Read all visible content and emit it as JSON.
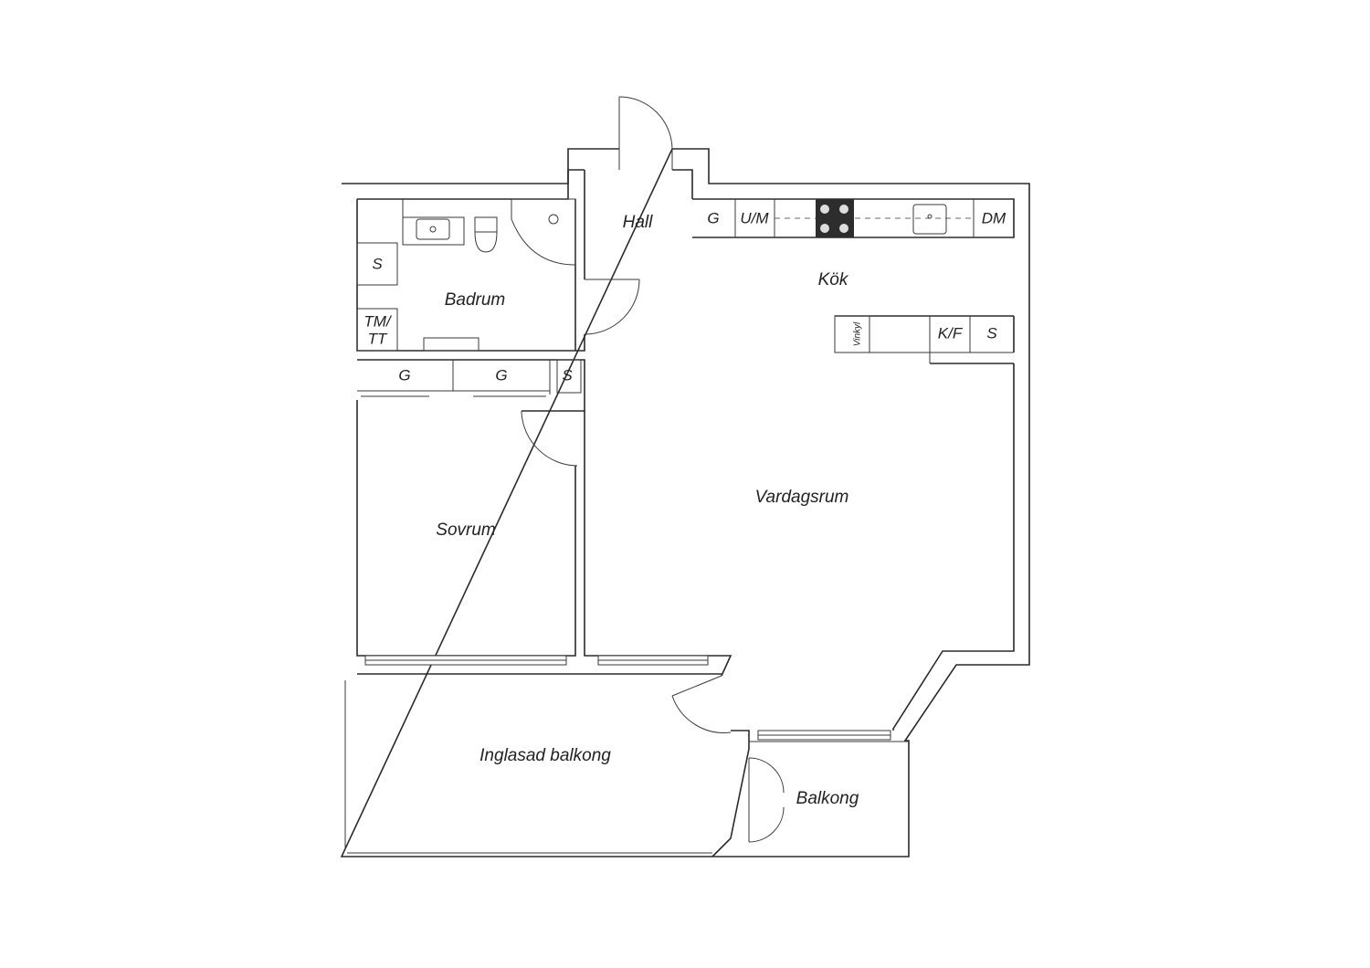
{
  "rooms": {
    "hall": "Hall",
    "kok": "Kök",
    "badrum": "Badrum",
    "vardagsrum": "Vardagsrum",
    "sovrum": "Sovrum",
    "inglasad_balkong": "Inglasad balkong",
    "balkong": "Balkong"
  },
  "fixtures": {
    "kitchen_g": "G",
    "kitchen_um": "U/M",
    "kitchen_dm": "DM",
    "island_vinkyl": "Vinkyl",
    "island_kf": "K/F",
    "island_s": "S",
    "bath_s": "S",
    "bath_tm": "TM/",
    "bath_tt": "TT",
    "closet_g1": "G",
    "closet_g2": "G",
    "closet_s": "S"
  }
}
